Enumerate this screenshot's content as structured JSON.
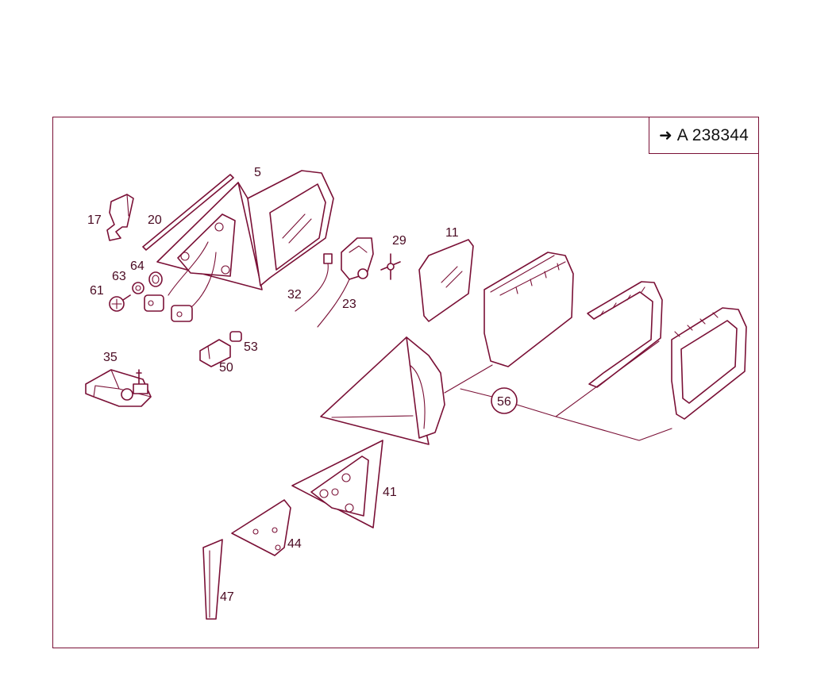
{
  "reference": {
    "arrow_icon": "right-arrow-icon",
    "code": "A 238344"
  },
  "callouts": {
    "p5": "5",
    "p11": "11",
    "p17": "17",
    "p20": "20",
    "p23": "23",
    "p29": "29",
    "p32": "32",
    "p35": "35",
    "p41": "41",
    "p44": "44",
    "p47": "47",
    "p50": "50",
    "p53": "53",
    "p56": "56",
    "p61": "61",
    "p63": "63",
    "p64": "64"
  },
  "colors": {
    "line": "#7a1036",
    "text": "#4a0a22",
    "background": "#ffffff"
  }
}
